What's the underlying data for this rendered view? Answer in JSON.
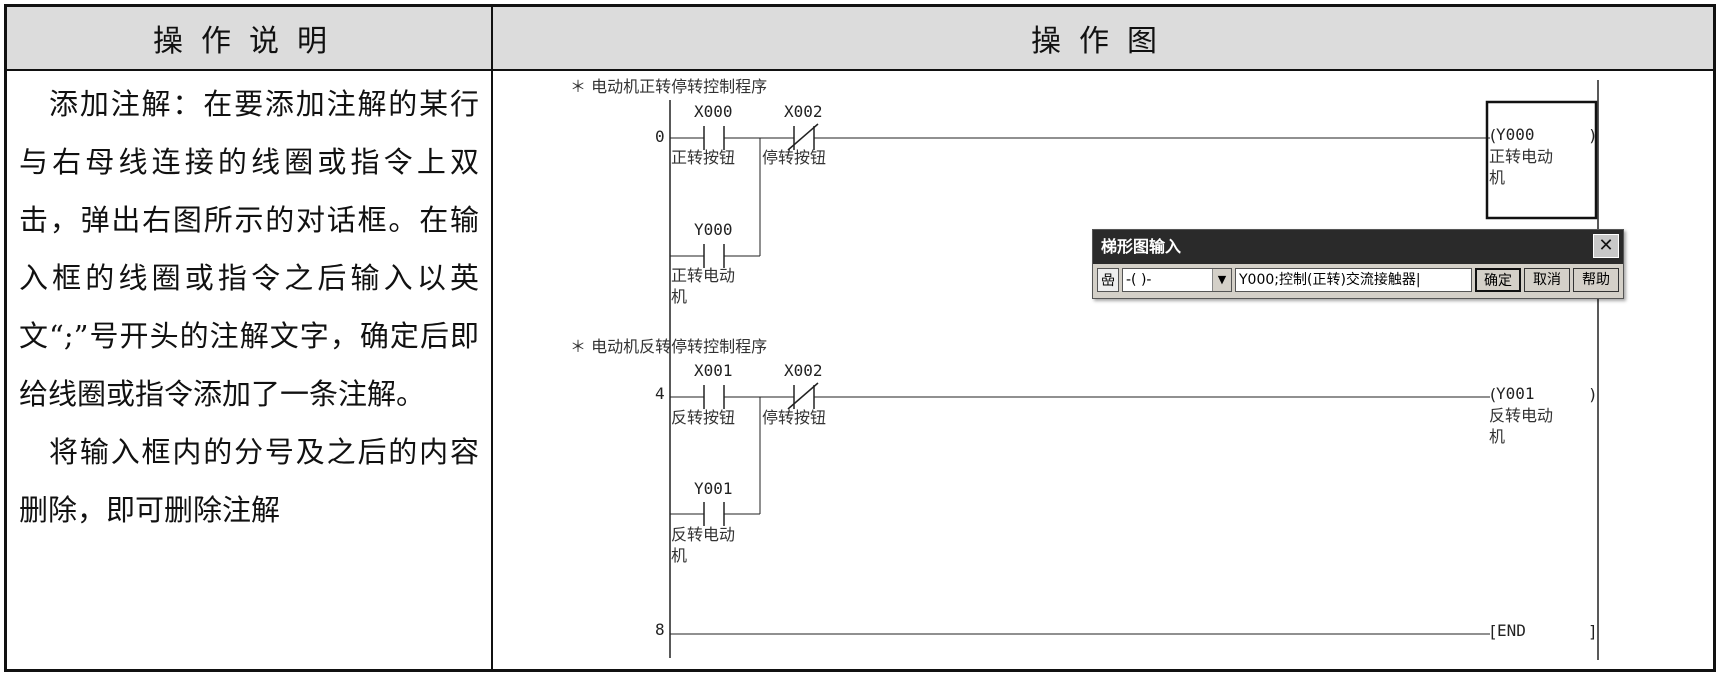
{
  "table": {
    "header_left": "操作说明",
    "header_right": "操作图"
  },
  "description": {
    "paragraph1": "添加注解：在要添加注解的某行与右母线连接的线圈或指令上双击，弹出右图所示的对话框。在输入框的线圈或指令之后输入以英文“;”号开头的注解文字，确定后即给线圈或指令添加了一条注解。",
    "paragraph2": "将输入框内的分号及之后的内容删除，即可删除注解"
  },
  "ladder": {
    "comment1": "＊ 电动机正转停转控制程序",
    "comment2": "＊ 电动机反转停转控制程序",
    "step0": "0",
    "step4": "4",
    "step8": "8",
    "x000": "X000",
    "x000_label": "正转按钮",
    "x002_a": "X002",
    "x002_a_label": "停转按钮",
    "y000_contact": "Y000",
    "y000_contact_label_1": "正转电动",
    "y000_contact_label_2": "机",
    "y000_coil": "Y000",
    "y000_coil_label_1": "正转电动",
    "y000_coil_label_2": "机",
    "x001": "X001",
    "x001_label": "反转按钮",
    "x002_b": "X002",
    "x002_b_label": "停转按钮",
    "y001_contact": "Y001",
    "y001_contact_label_1": "反转电动",
    "y001_contact_label_2": "机",
    "y001_coil": "Y001",
    "y001_coil_label_1": "反转电动",
    "y001_coil_label_2": "机",
    "end": "END"
  },
  "dialog": {
    "title": "梯形图输入",
    "close": "✕",
    "icon": "喦",
    "select_value": "-( )-",
    "input_value": "Y000;控制(正转)交流接触器|",
    "ok": "确定",
    "cancel": "取消",
    "help": "帮助"
  }
}
